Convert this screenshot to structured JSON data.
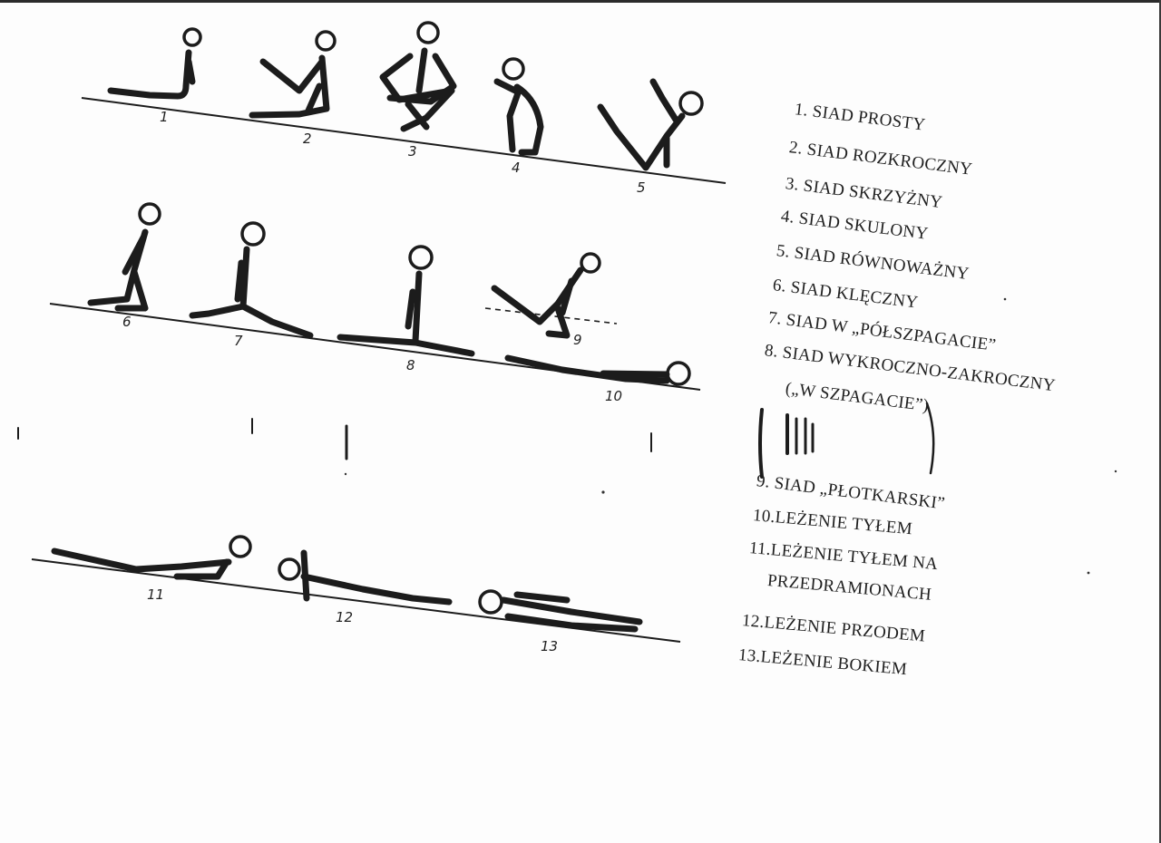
{
  "legend": {
    "items": [
      {
        "number": "1.",
        "label": "SIAD PROSTY"
      },
      {
        "number": "2.",
        "label": "SIAD ROZKROCZNY"
      },
      {
        "number": "3.",
        "label": "SIAD SKRZYŻNY"
      },
      {
        "number": "4.",
        "label": "SIAD SKULONY"
      },
      {
        "number": "5.",
        "label": "SIAD RÓWNOWAŻNY"
      },
      {
        "number": "6.",
        "label": "SIAD KLĘCZNY"
      },
      {
        "number": "7.",
        "label": "SIAD W „PÓŁSZPAGACIE”"
      },
      {
        "number": "8.",
        "label": "SIAD WYKROCZNO-ZAKROCZNY"
      },
      {
        "number": "",
        "label": "(„W SZPAGACIE”)"
      },
      {
        "number": "9.",
        "label": "SIAD „PŁOTKARSKI”"
      },
      {
        "number": "10.",
        "label": "LEŻENIE TYŁEM"
      },
      {
        "number": "11.",
        "label": "LEŻENIE TYŁEM NA"
      },
      {
        "number": "",
        "label": "PRZEDRAMIONACH"
      },
      {
        "number": "12.",
        "label": "LEŻENIE PRZODEM"
      },
      {
        "number": "13.",
        "label": "LEŻENIE BOKIEM"
      }
    ]
  },
  "figures": {
    "labels": [
      "1",
      "2",
      "3",
      "4",
      "5",
      "6",
      "7",
      "8",
      "9",
      "10",
      "11",
      "12",
      "13"
    ]
  }
}
